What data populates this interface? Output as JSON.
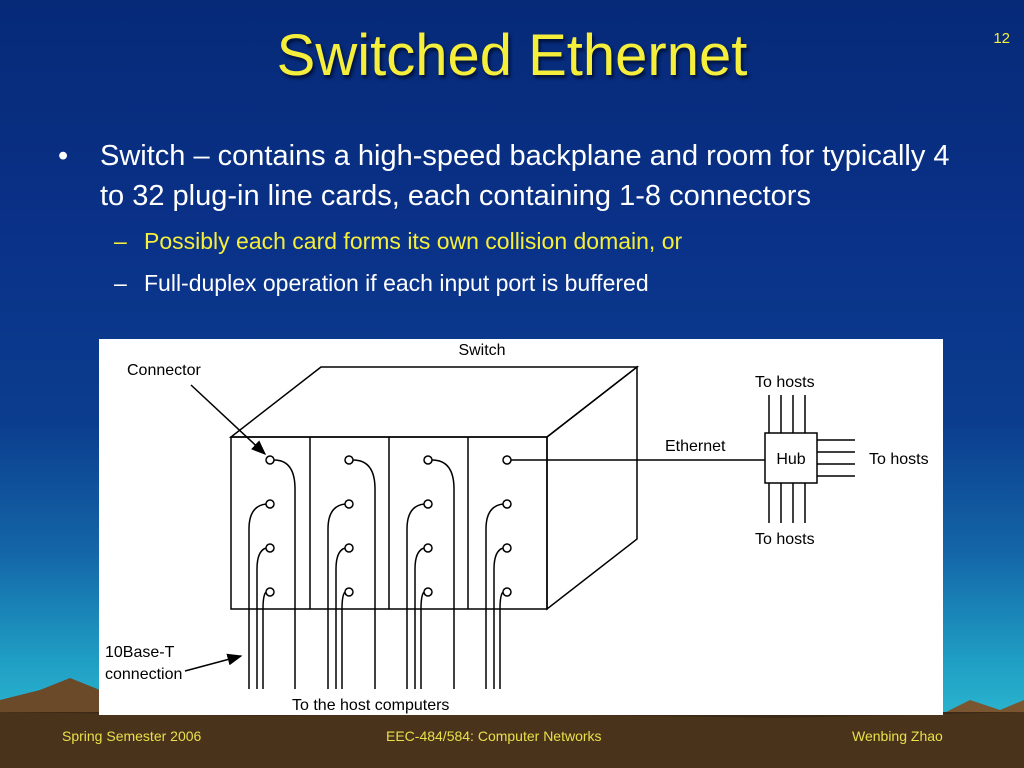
{
  "slide": {
    "title": "Switched Ethernet",
    "slide_number": "12"
  },
  "bullets": {
    "main_bullet_char": "•",
    "main_text": "Switch – contains a high-speed backplane and room for typically 4 to 32 plug-in line cards, each containing 1-8 connectors",
    "sub_dash_char": "–",
    "sub_items": [
      "Possibly each card forms its own collision domain, or",
      "Full-duplex operation if each input port is buffered"
    ]
  },
  "figure": {
    "label_switch": "Switch",
    "label_connector": "Connector",
    "label_ethernet": "Ethernet",
    "label_hub": "Hub",
    "label_to_hosts_top": "To hosts",
    "label_to_hosts_right": "To hosts",
    "label_to_hosts_bottom": "To hosts",
    "label_10baset_line1": "10Base-T",
    "label_10baset_line2": "connection",
    "label_to_host_computers": "To the host computers"
  },
  "footer": {
    "left": "Spring Semester 2006",
    "center": "EEC-484/584: Computer Networks",
    "right": "Wenbing Zhao"
  },
  "colors": {
    "title": "#f5ee3a",
    "body_text": "#ffffff",
    "sub_text_highlight": "#f5ee3a",
    "footer_text": "#e7e04a",
    "background_top": "#062a78",
    "background_bottom": "#34c9d8"
  }
}
